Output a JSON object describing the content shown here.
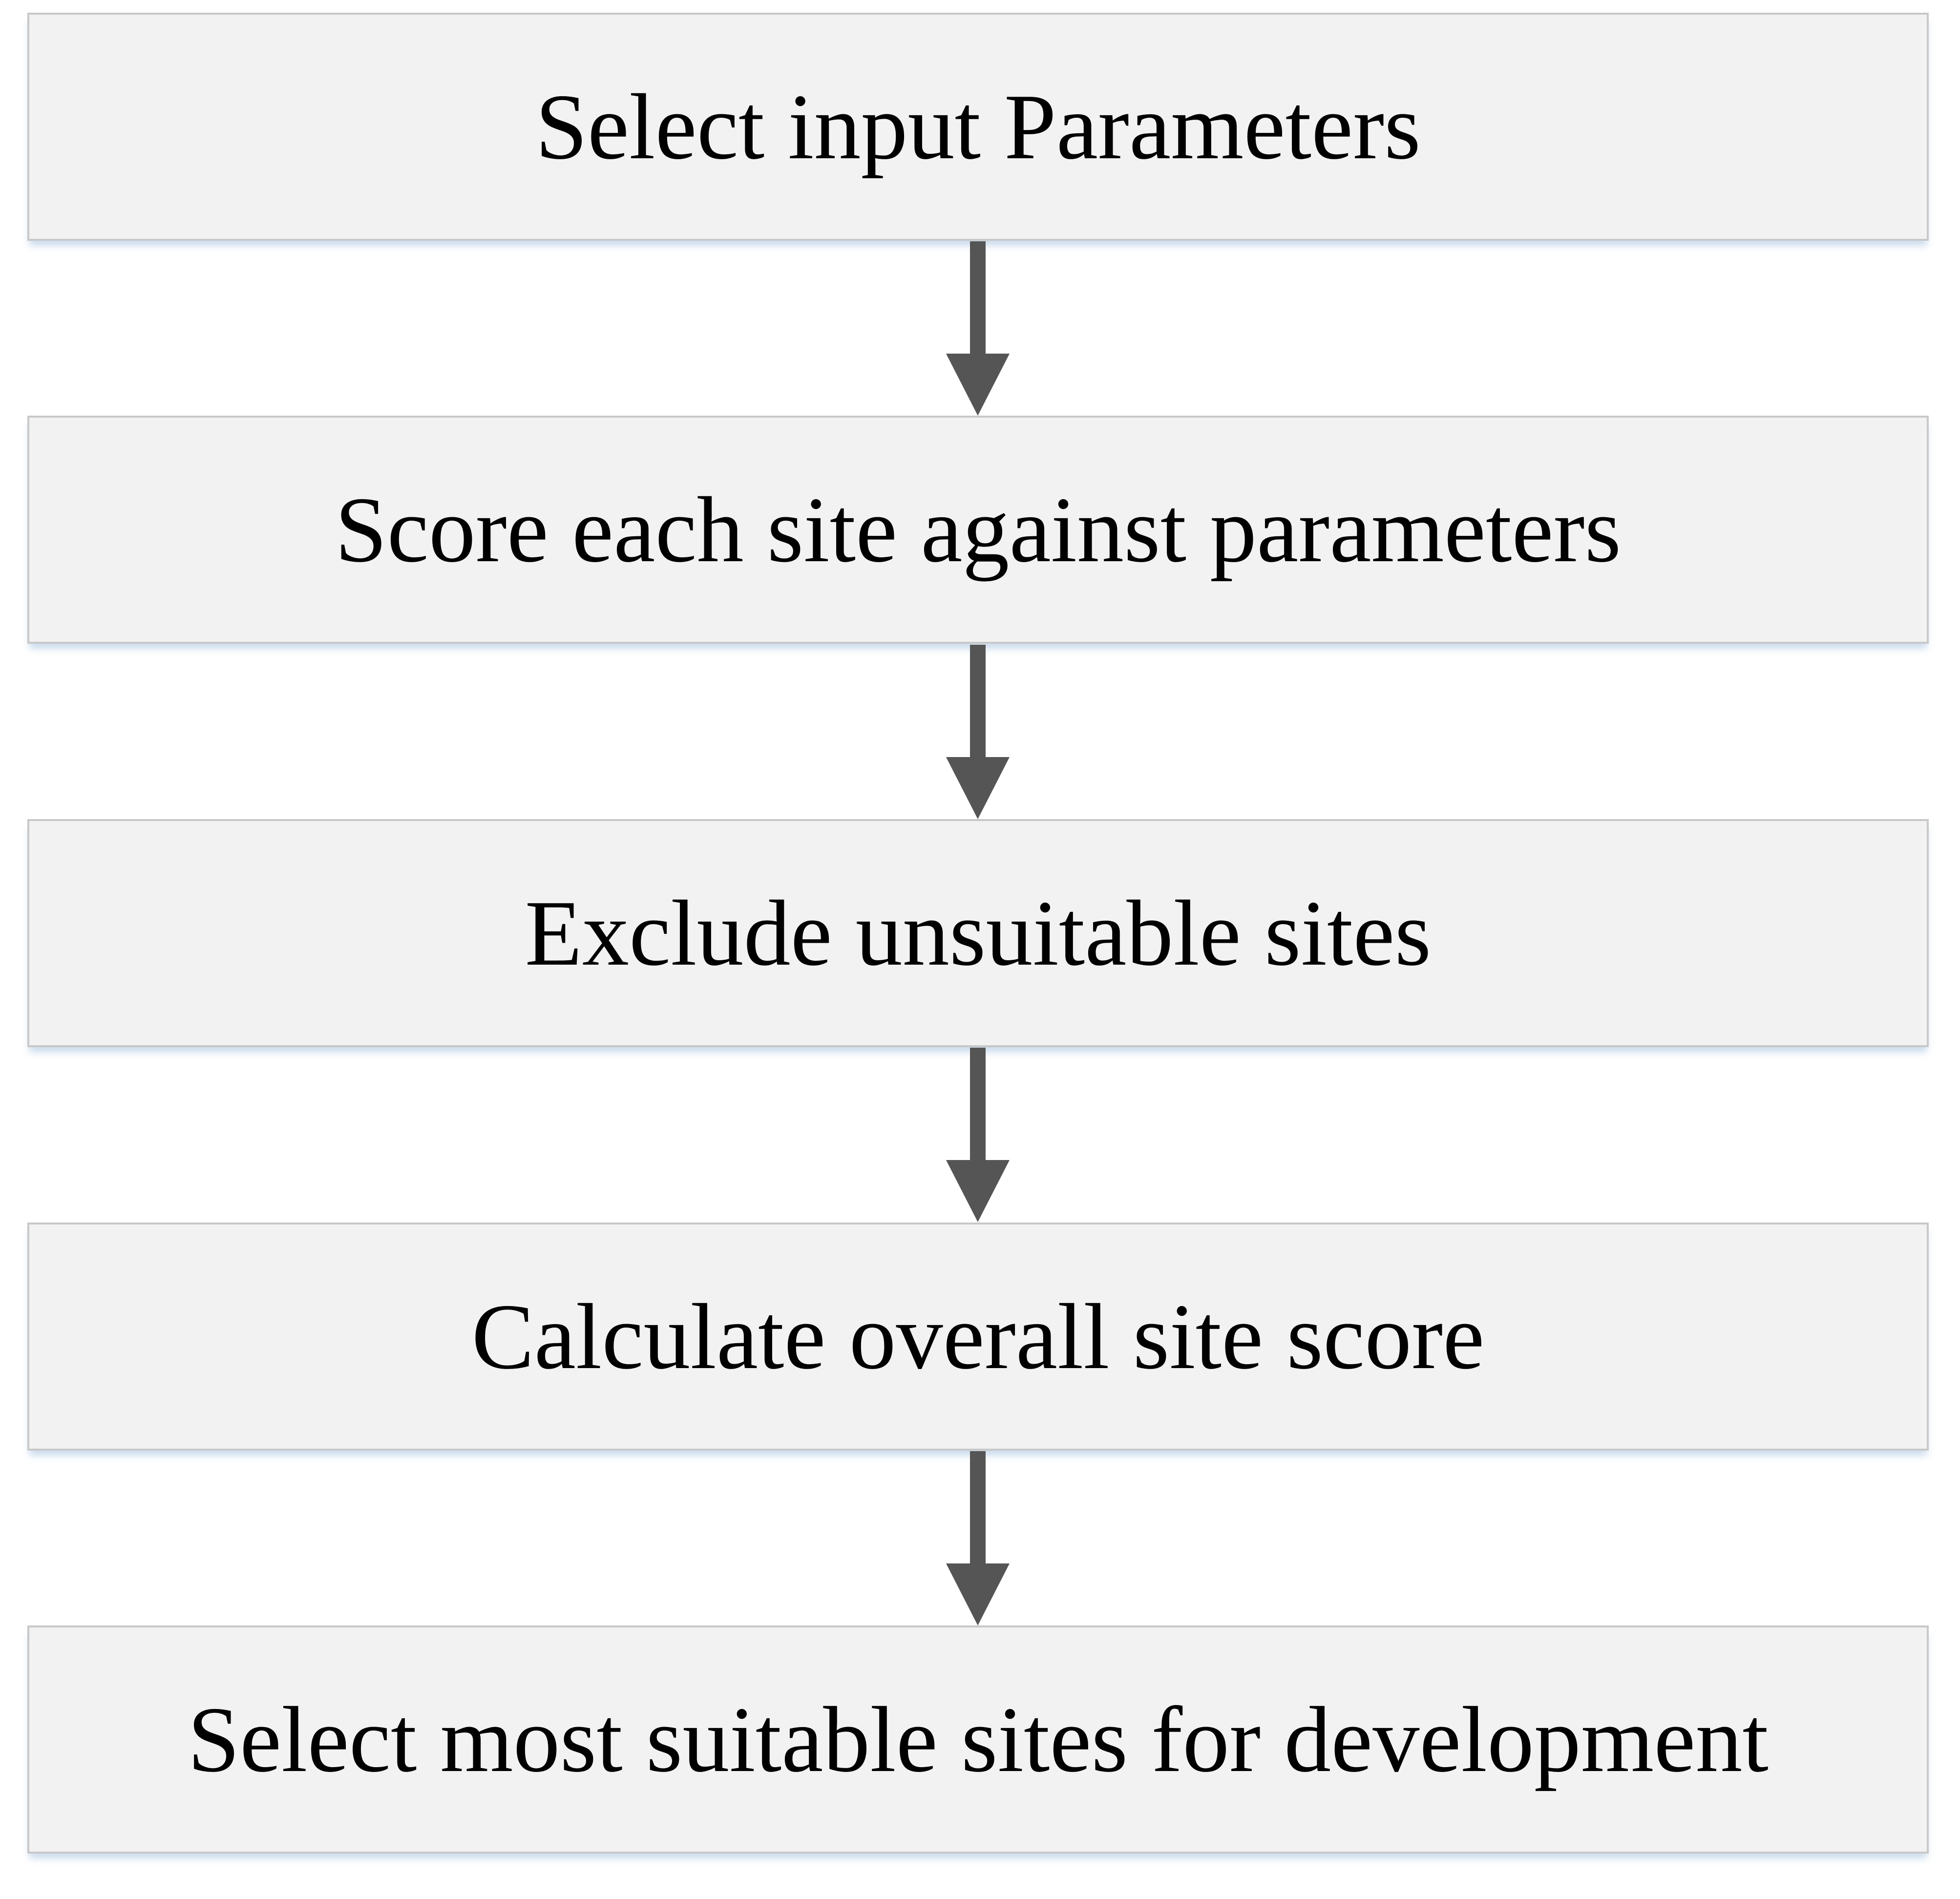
{
  "steps": [
    {
      "label": "Select input Parameters"
    },
    {
      "label": "Score each site against parameters"
    },
    {
      "label": "Exclude unsuitable sites"
    },
    {
      "label": "Calculate overall site score"
    },
    {
      "label": "Select most suitable sites for development"
    }
  ],
  "colors": {
    "box_fill": "#f2f2f2",
    "box_border": "#c8c8c8",
    "arrow": "#555555",
    "text": "#000000"
  }
}
